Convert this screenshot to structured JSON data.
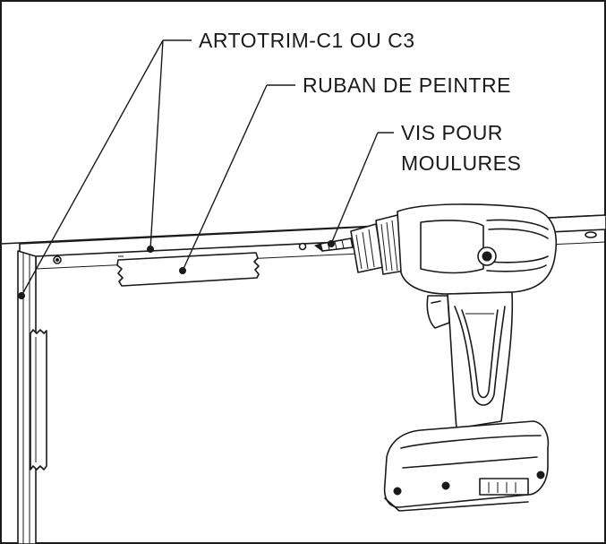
{
  "callouts": {
    "trim": "ARTOTRIM-C1 OU C3",
    "tape": "RUBAN DE PEINTRE",
    "screws_line1": "VIS POUR",
    "screws_line2": "MOULURES"
  }
}
